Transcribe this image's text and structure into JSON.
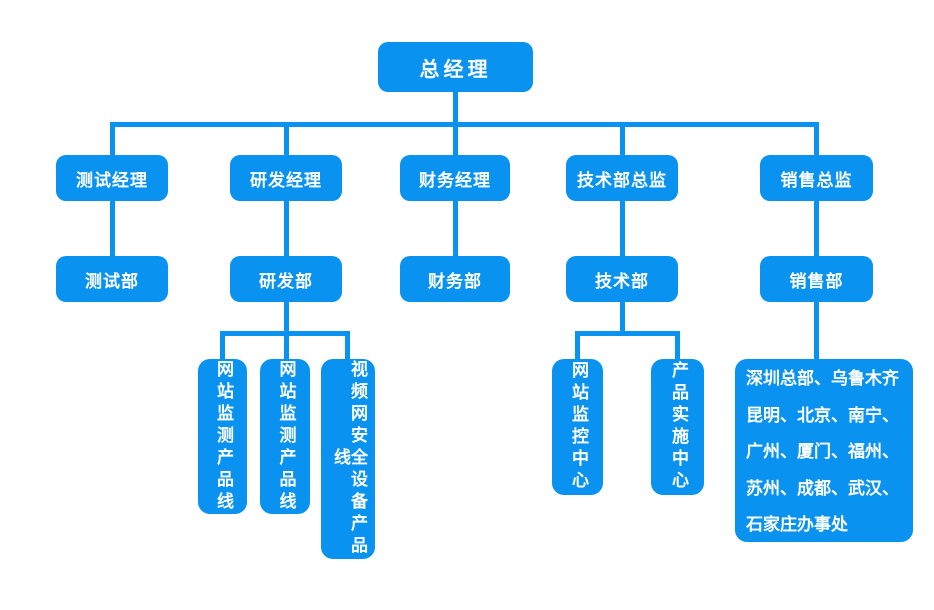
{
  "colors": {
    "node_blue": "#0992f0",
    "node_text": "#ffffff",
    "background": "#ffffff"
  },
  "org_chart": {
    "root": {
      "label": "总经理"
    },
    "branches": [
      {
        "manager": "测试经理",
        "department": "测试部"
      },
      {
        "manager": "研发经理",
        "department": "研发部",
        "product_lines": [
          "网站监测产品线",
          "网站监测产品线",
          "视频网安全设备产品线"
        ]
      },
      {
        "manager": "财务经理",
        "department": "财务部"
      },
      {
        "manager": "技术部总监",
        "department": "技术部",
        "centers": [
          "网站监控中心",
          "产品实施中心"
        ]
      },
      {
        "manager": "销售总监",
        "department": "销售部",
        "offices": "深圳总部、乌鲁木齐\n昆明、北京、南宁、\n广州、厦门、福州、\n苏州、成都、武汉、\n石家庄办事处"
      }
    ]
  }
}
